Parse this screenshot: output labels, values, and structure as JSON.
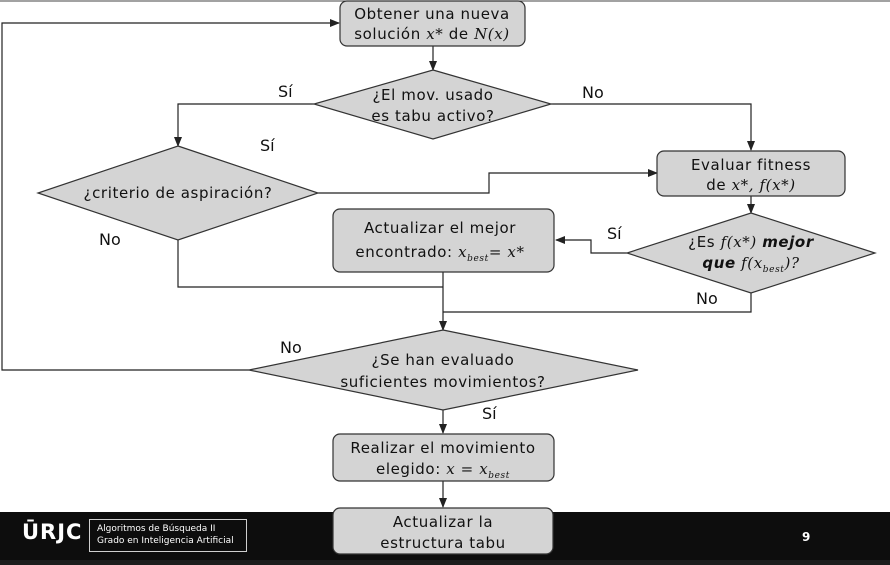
{
  "nodes": {
    "obtener": [
      "Obtener una nueva",
      "solución"
    ],
    "obtener_math": [
      "x*",
      "de",
      "N(x)"
    ],
    "tabu_check": [
      "¿El mov. usado",
      "es tabu activo?"
    ],
    "aspiracion": "¿criterio de aspiración?",
    "evaluar": [
      "Evaluar fitness",
      "de"
    ],
    "evaluar_math": [
      "x*,",
      "f(x*)"
    ],
    "actualizar_mejor": [
      "Actualizar el mejor",
      "encontrado:"
    ],
    "actualizar_mejor_math": [
      "x",
      "best",
      "= x*"
    ],
    "mejor_check_math": [
      "¿Es",
      "f(x*)",
      "mejor",
      "que",
      "f(x",
      "best",
      ")?"
    ],
    "suficientes": [
      "¿Se han evaluado",
      "suficientes movimientos?"
    ],
    "realizar": [
      "Realizar el movimiento",
      "elegido:"
    ],
    "realizar_math": [
      "x = x",
      "best"
    ],
    "actualizar_tabu": [
      "Actualizar la",
      "estructura tabu"
    ]
  },
  "edge_labels": {
    "tabu_yes": "Sí",
    "tabu_no": "No",
    "asp_yes": "Sí",
    "asp_no": "No",
    "mejor_yes": "Sí",
    "mejor_no": "No",
    "suf_no": "No",
    "suf_yes": "Sí"
  },
  "footer": {
    "logo": "ŪRJC",
    "course_line1": "Algoritmos de Búsqueda II",
    "course_line2": "Grado en Inteligencia Artificial",
    "page": "9"
  },
  "colors": {
    "box_fill": "#d4d4d4",
    "stroke": "#333333",
    "footer_bg": "#0d0d0d"
  }
}
